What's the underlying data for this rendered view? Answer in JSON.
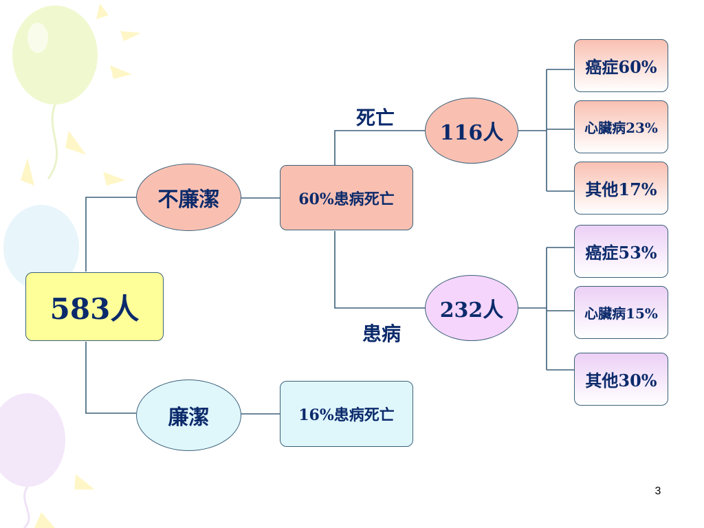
{
  "root": {
    "label": "583人",
    "fill": "#ffff99"
  },
  "unclean": {
    "label": "不廉潔",
    "fill": "#f9c0b2",
    "outcome": "60%患病死亡",
    "death": {
      "branch_label": "死亡",
      "count": "116人",
      "causes": [
        "癌症60%",
        "心臟病23%",
        "其他17%"
      ]
    },
    "illness": {
      "branch_label": "患病",
      "count": "232人",
      "fill": "#f5d5fb",
      "causes": [
        "癌症53%",
        "心臟病15%",
        "其他30%"
      ]
    }
  },
  "clean": {
    "label": "廉潔",
    "fill": "#dff6fb",
    "outcome": "16%患病死亡"
  },
  "page_number": "3",
  "colors": {
    "text": "#0b2a6b",
    "connector": "#3a5f78"
  }
}
